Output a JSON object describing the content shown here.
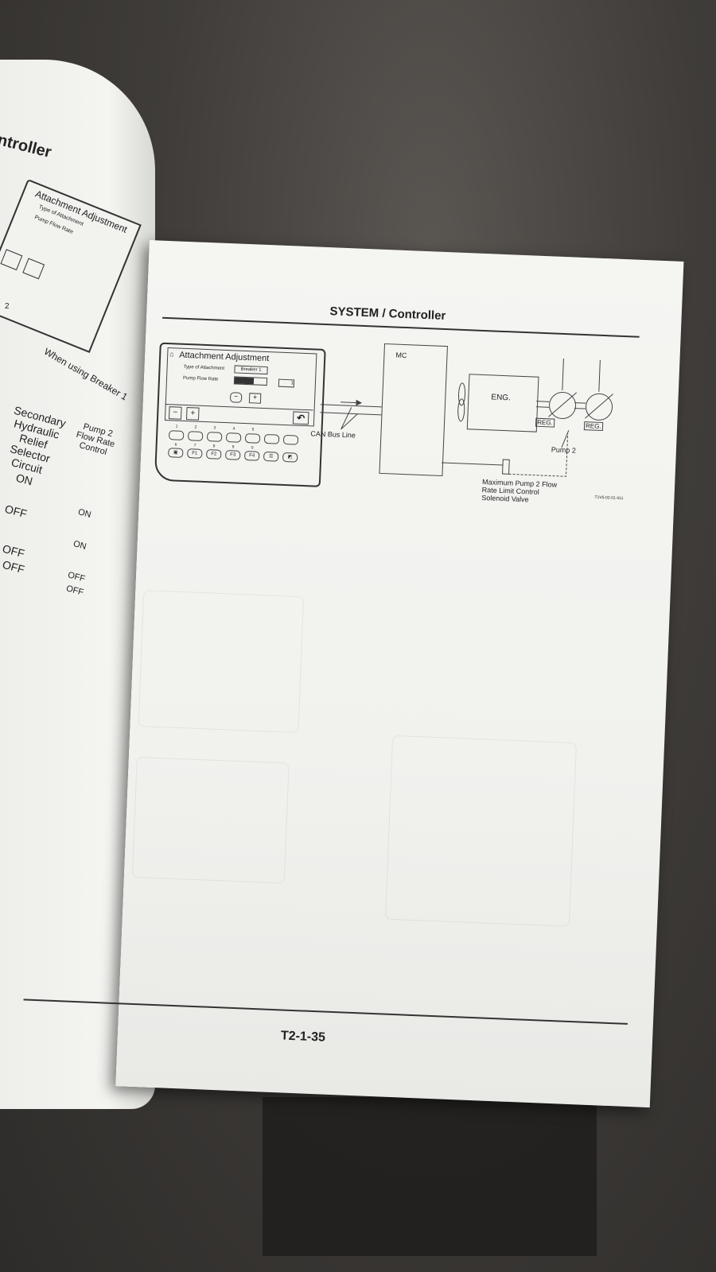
{
  "left_page": {
    "title_fragment": "ntroller",
    "panel_title": "Attachment Adjustment",
    "panel_type_label": "Type of Attachment",
    "panel_flow_label": "Pump Flow Rate",
    "callout_number": "2",
    "caption": "When using Breaker 1",
    "table": {
      "headers": [
        "Secondary Hydraulic Relief Selector Circuit",
        "Pump 2 Flow Rate Control"
      ],
      "rows": [
        [
          "ON",
          ""
        ],
        [
          "OFF",
          "ON"
        ],
        [
          "OFF",
          "ON"
        ],
        [
          "OFF",
          "OFF"
        ],
        [
          "",
          "OFF"
        ]
      ]
    }
  },
  "right_page": {
    "header": "SYSTEM / Controller",
    "monitor": {
      "title": "Attachment Adjustment",
      "type_label": "Type of Attachment",
      "type_value": "Breaker 1",
      "flow_label": "Pump Flow Rate",
      "flow_value": "1",
      "flow_level_fraction": 0.6,
      "key_numbers": [
        "1",
        "2",
        "3",
        "4",
        "5"
      ],
      "function_keys": [
        "F1",
        "F2",
        "F3",
        "F4"
      ],
      "function_numbers": [
        "6",
        "7",
        "8",
        "9",
        "0"
      ]
    },
    "diagram": {
      "mc_label": "MC",
      "eng_label": "ENG.",
      "can_label": "CAN Bus Line",
      "reg_label": "REG.",
      "pump2_label": "Pump 2",
      "valve_label_1": "Maximum Pump 2 Flow",
      "valve_label_2": "Rate Limit Control",
      "valve_label_3": "Solenoid Valve",
      "figure_id": "T1V5-02-01-011"
    },
    "page_number": "T2-1-35"
  }
}
